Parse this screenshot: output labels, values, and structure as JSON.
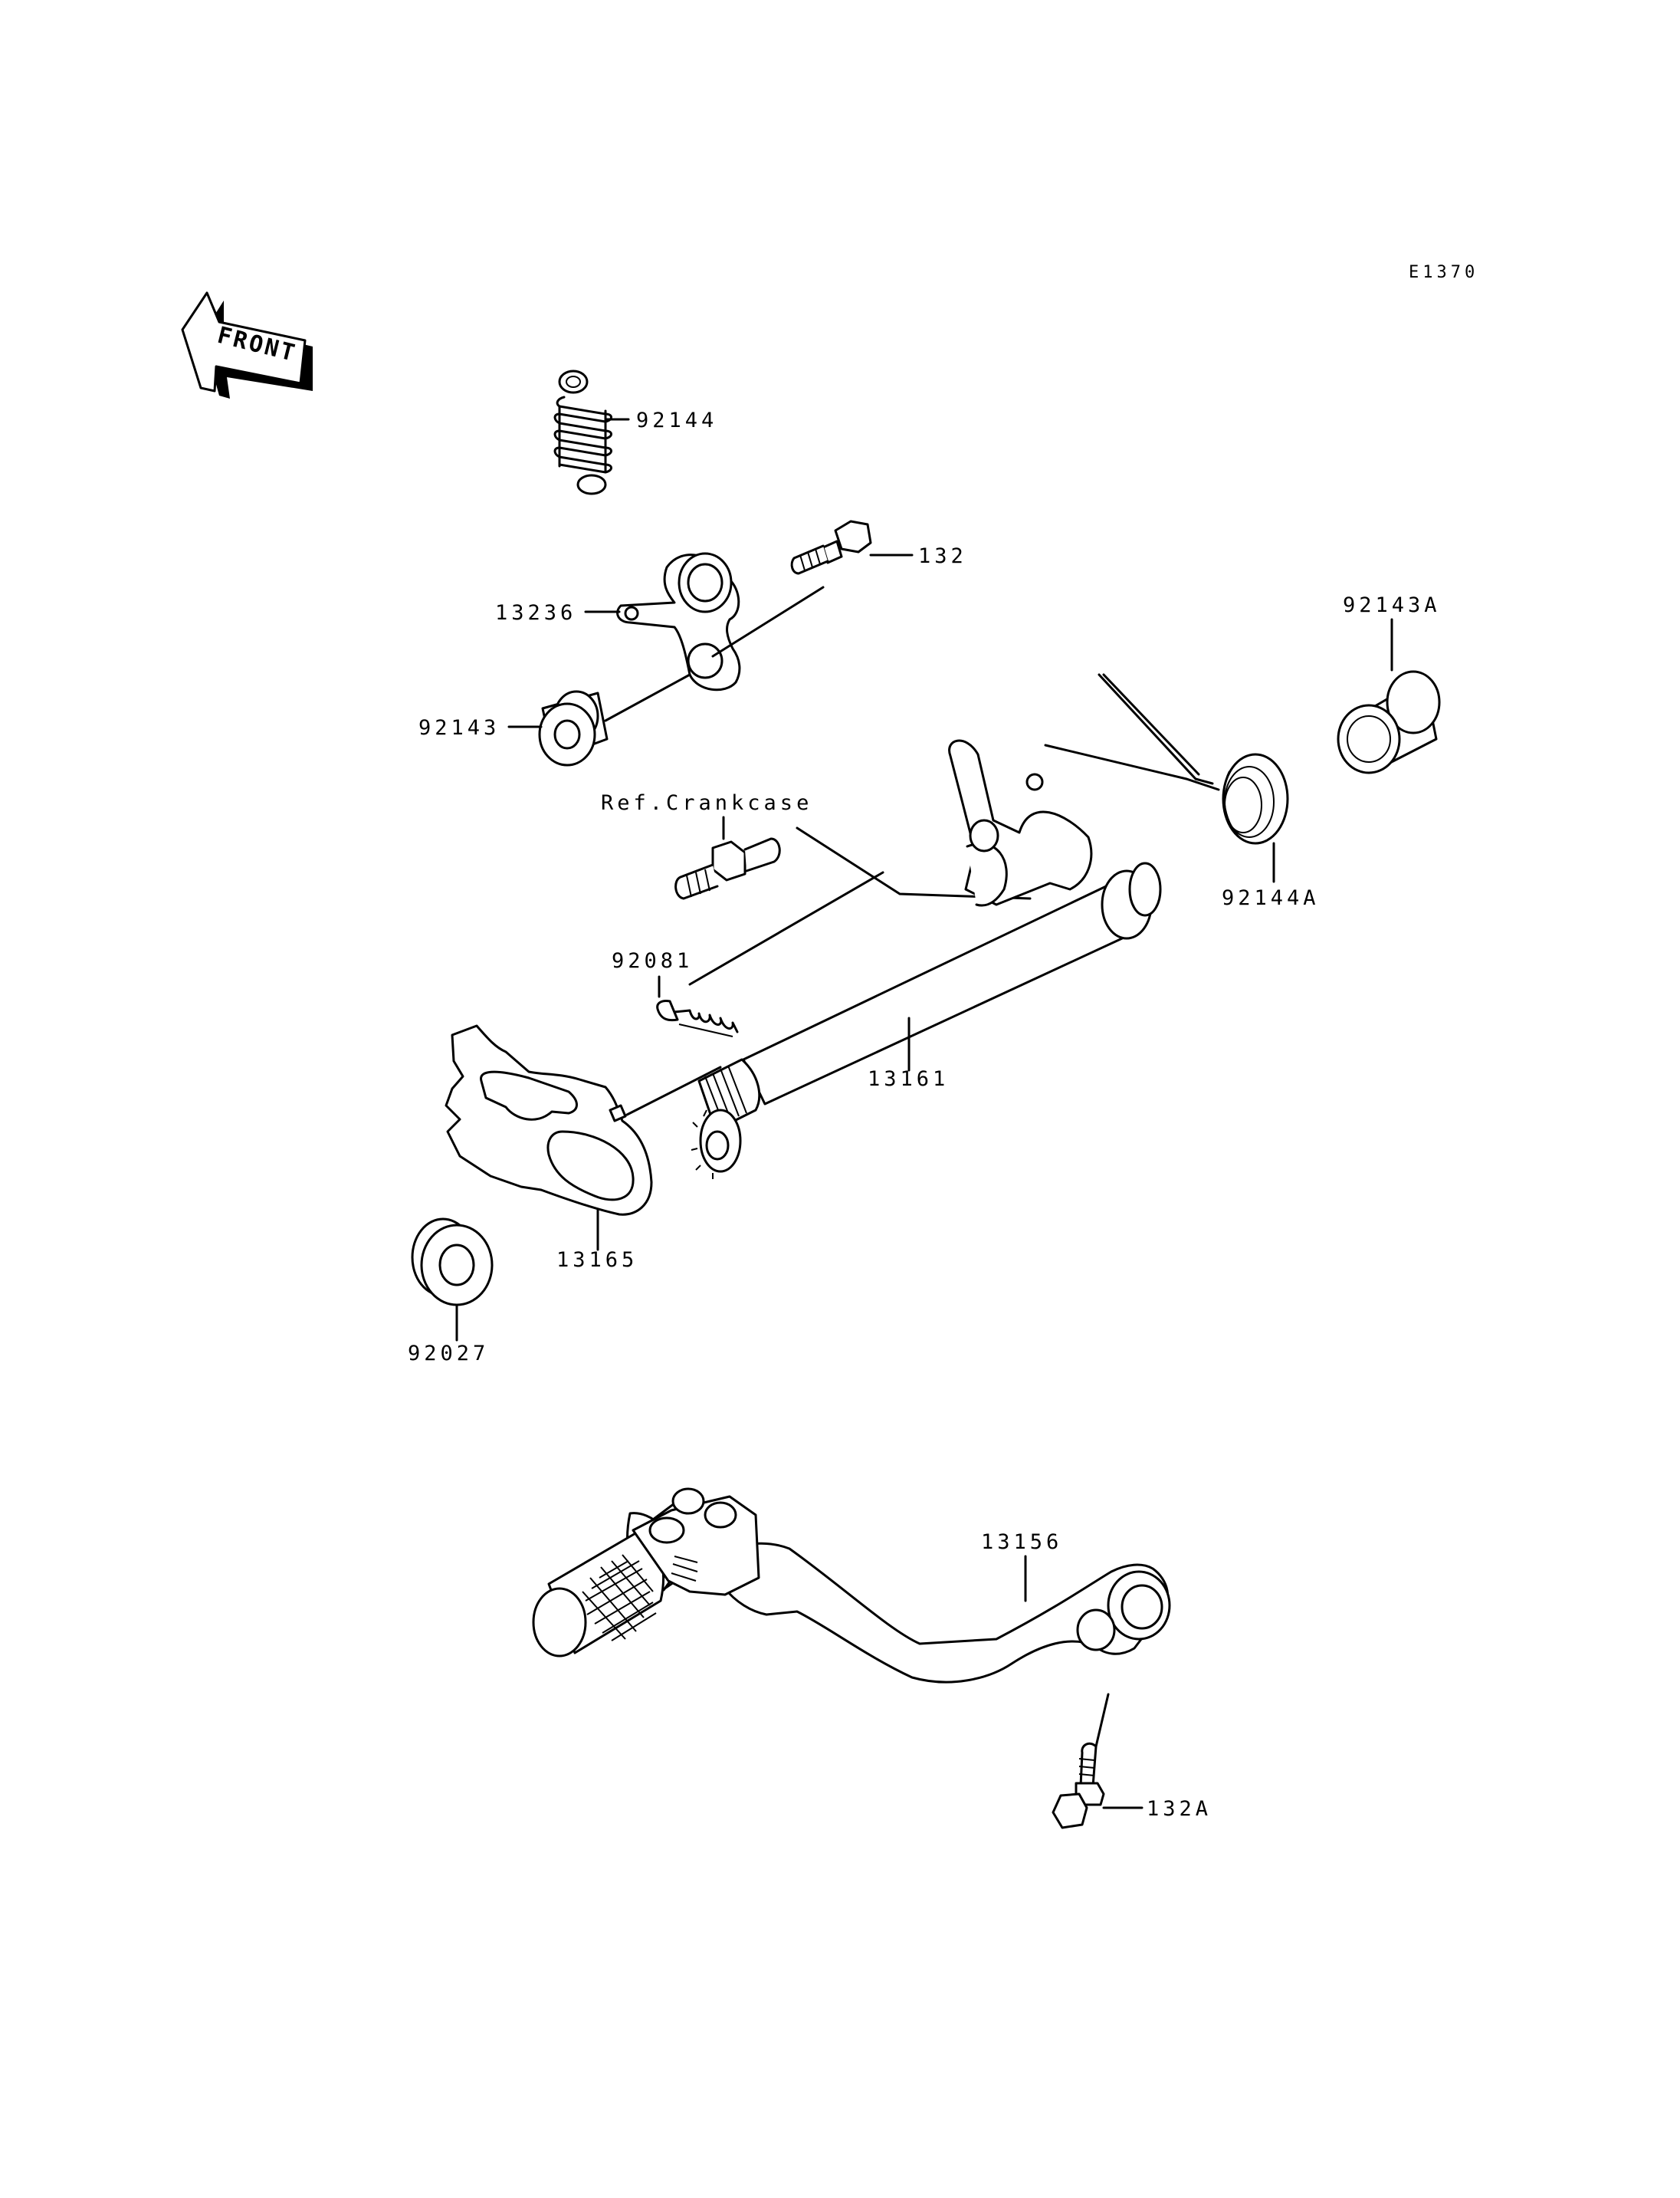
{
  "diagram": {
    "code": "E1370",
    "front_label": "FRONT",
    "reference_label": "Ref.Crankcase",
    "parts": [
      {
        "key": "p92144",
        "label": "92144"
      },
      {
        "key": "p132",
        "label": "132"
      },
      {
        "key": "p13236",
        "label": "13236"
      },
      {
        "key": "p92143",
        "label": "92143"
      },
      {
        "key": "p92143A",
        "label": "92143A"
      },
      {
        "key": "p92144A",
        "label": "92144A"
      },
      {
        "key": "p92081",
        "label": "92081"
      },
      {
        "key": "p13161",
        "label": "13161"
      },
      {
        "key": "p13165",
        "label": "13165"
      },
      {
        "key": "p92027",
        "label": "92027"
      },
      {
        "key": "p13156",
        "label": "13156"
      },
      {
        "key": "p132A",
        "label": "132A"
      }
    ]
  }
}
